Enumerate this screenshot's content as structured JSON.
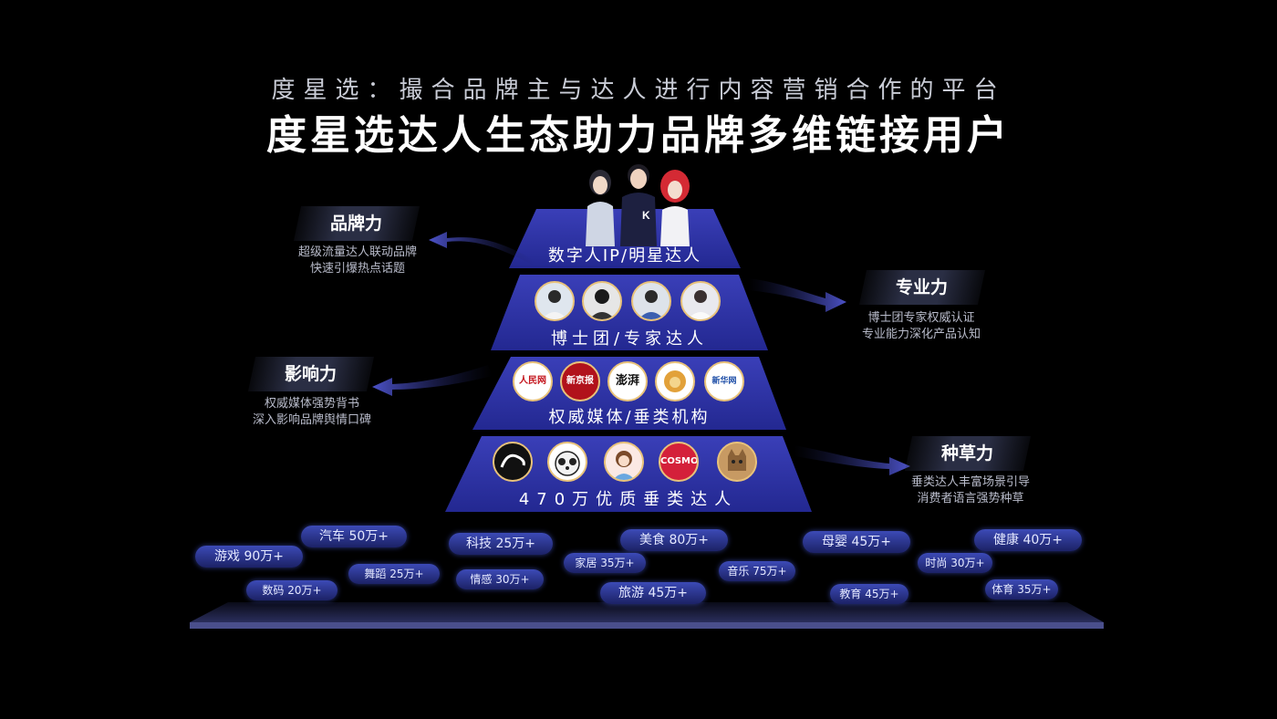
{
  "header": {
    "subtitle": "度星选：撮合品牌主与达人进行内容营销合作的平台",
    "title": "度星选达人生态助力品牌多维链接用户"
  },
  "pyramid": {
    "tiers": [
      {
        "label": "数字人IP/明星达人"
      },
      {
        "label": "博士团/专家达人"
      },
      {
        "label": "权威媒体/垂类机构"
      },
      {
        "label": "470万优质垂类达人"
      }
    ],
    "tier2_avatars": [
      "expert-avatar-1",
      "expert-avatar-2",
      "expert-avatar-3",
      "expert-avatar-4"
    ],
    "tier3_logos": [
      {
        "text": "人民网"
      },
      {
        "text": "新京报"
      },
      {
        "text": "澎湃"
      },
      {
        "text": "新华网"
      }
    ],
    "tier4_logos": [
      {
        "text": ""
      },
      {
        "text": ""
      },
      {
        "text": ""
      },
      {
        "text": "COSMO"
      },
      {
        "text": ""
      }
    ]
  },
  "callouts": [
    {
      "name": "brand",
      "tag": "品牌力",
      "lines": [
        "超级流量达人联动品牌",
        "快速引爆热点话题"
      ]
    },
    {
      "name": "professional",
      "tag": "专业力",
      "lines": [
        "博士团专家权威认证",
        "专业能力深化产品认知"
      ]
    },
    {
      "name": "influence",
      "tag": "影响力",
      "lines": [
        "权威媒体强势背书",
        "深入影响品牌舆情口碑"
      ]
    },
    {
      "name": "seeding",
      "tag": "种草力",
      "lines": [
        "垂类达人丰富场景引导",
        "消费者语言强势种草"
      ]
    }
  ],
  "categories": [
    {
      "label": "游戏 90万+"
    },
    {
      "label": "汽车 50万+"
    },
    {
      "label": "数码 20万+"
    },
    {
      "label": "舞蹈 25万+"
    },
    {
      "label": "科技 25万+"
    },
    {
      "label": "情感 30万+"
    },
    {
      "label": "家居 35万+"
    },
    {
      "label": "美食 80万+"
    },
    {
      "label": "旅游 45万+"
    },
    {
      "label": "音乐 75万+"
    },
    {
      "label": "母婴 45万+"
    },
    {
      "label": "教育 45万+"
    },
    {
      "label": "时尚 30万+"
    },
    {
      "label": "健康 40万+"
    },
    {
      "label": "体育 35万+"
    }
  ],
  "colors": {
    "tier": "#2f34a8",
    "tier_light": "#4b52d6",
    "accent_gold": "#e8c27a",
    "base": "#2b2f58"
  }
}
